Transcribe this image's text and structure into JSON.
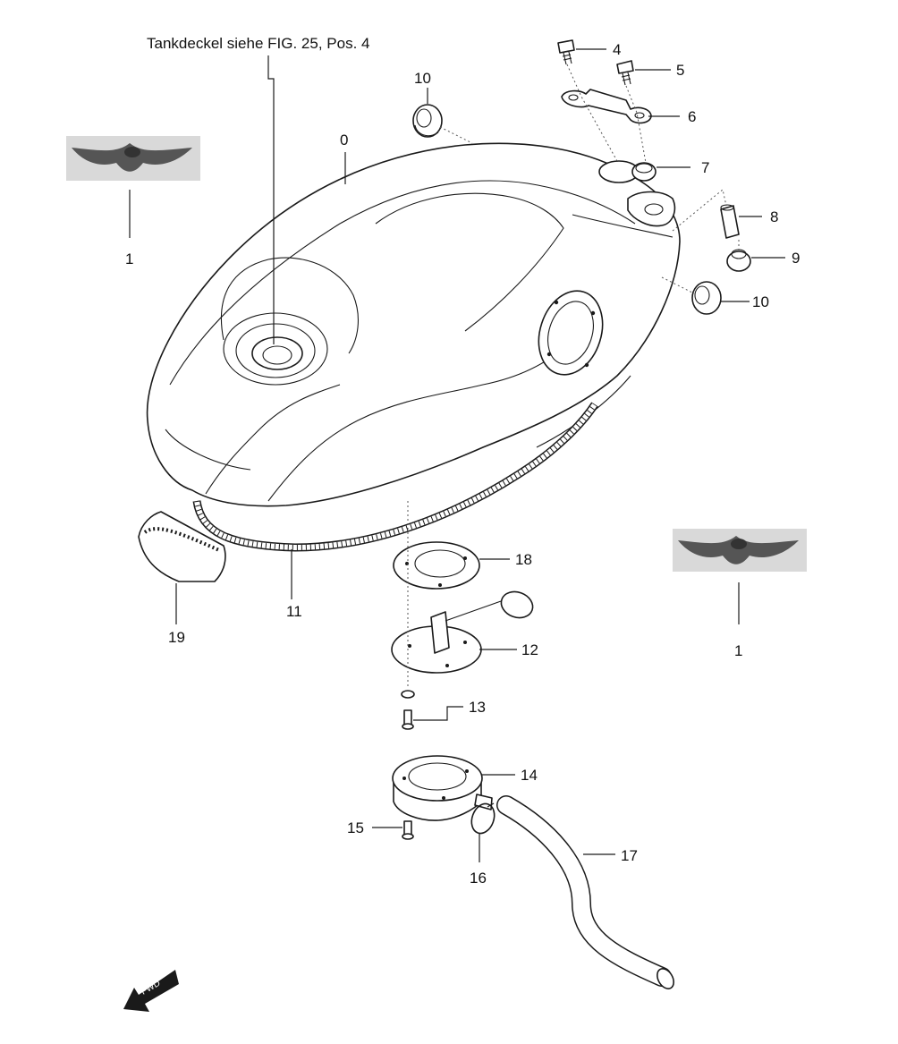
{
  "diagram": {
    "note_label": "Tankdeckel siehe FIG. 25,  Pos. 4",
    "fwd_label": "FWD",
    "callouts": {
      "c0": "0",
      "c1a": "1",
      "c1b": "1",
      "c4": "4",
      "c5": "5",
      "c6": "6",
      "c7": "7",
      "c8": "8",
      "c9": "9",
      "c10a": "10",
      "c10b": "10",
      "c11": "11",
      "c12": "12",
      "c13": "13",
      "c14": "14",
      "c15": "15",
      "c16": "16",
      "c17": "17",
      "c18": "18",
      "c19": "19"
    }
  }
}
